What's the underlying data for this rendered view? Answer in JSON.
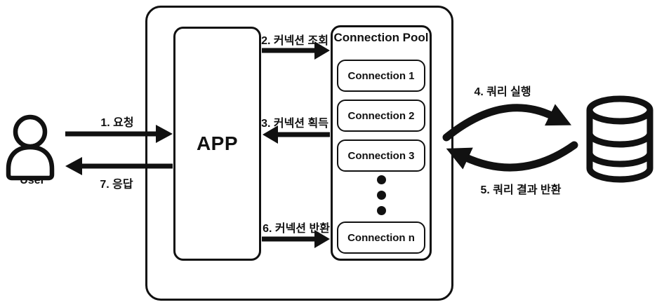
{
  "colors": {
    "stroke": "#111111",
    "background": "#ffffff"
  },
  "user": {
    "label": "User"
  },
  "app": {
    "label": "APP"
  },
  "pool": {
    "title": "Connection Pool",
    "connections": [
      {
        "label": "Connection 1"
      },
      {
        "label": "Connection 2"
      },
      {
        "label": "Connection 3"
      },
      {
        "label": "Connection n"
      }
    ],
    "ellipsis_dots": 3
  },
  "flows": {
    "request": "1. 요청",
    "lookup": "2. 커넥션 조회",
    "acquire": "3. 커넥션 획득",
    "query_exec": "4. 쿼리 실행",
    "query_result": "5. 쿼리 결과 반환",
    "return": "6. 커넥션 반환",
    "response": "7. 응답"
  },
  "icons": {
    "user": "person-icon",
    "database": "database-cylinder-icon"
  }
}
